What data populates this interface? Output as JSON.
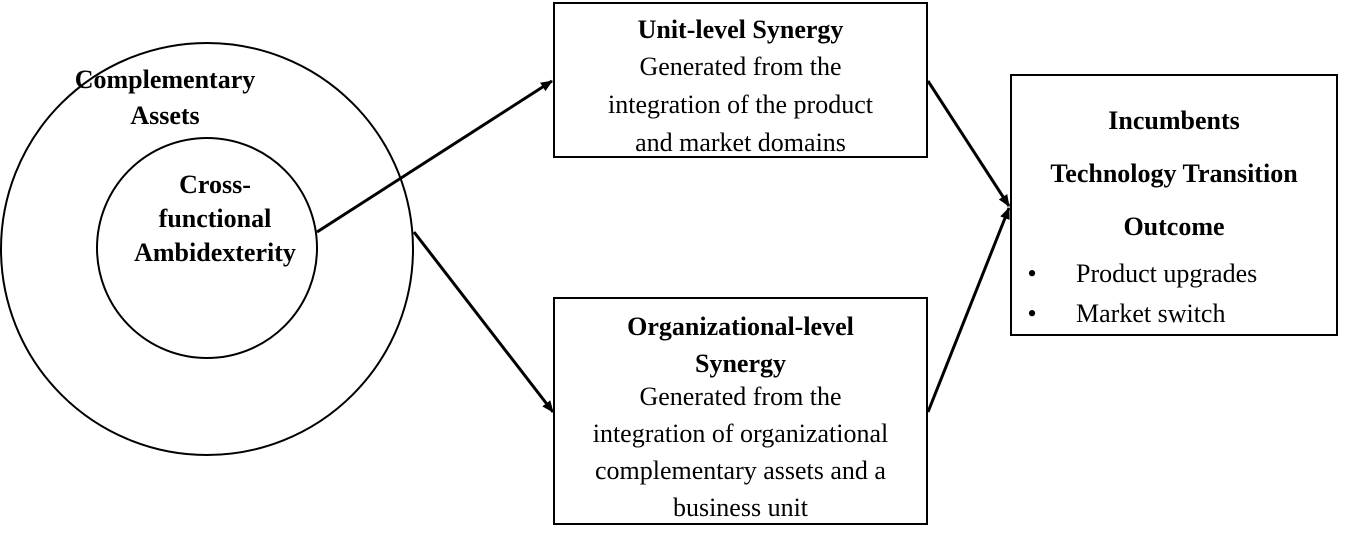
{
  "outer_circle": {
    "label_lines": [
      "Complementary",
      "Assets"
    ]
  },
  "inner_circle": {
    "label_lines": [
      "Cross-",
      "functional",
      "Ambidexterity"
    ]
  },
  "unit_box": {
    "title": "Unit-level Synergy",
    "desc_lines": [
      "Generated from the",
      "integration of the product",
      "and market domains"
    ]
  },
  "org_box": {
    "title_lines": [
      "Organizational-level",
      "Synergy"
    ],
    "desc_lines": [
      "Generated from the",
      "integration of organizational",
      "complementary assets and a",
      "business unit"
    ]
  },
  "outcome_box": {
    "title_lines": [
      "Incumbents",
      "Technology Transition",
      "Outcome"
    ],
    "bullets": [
      "Product upgrades",
      "Market switch"
    ],
    "bullet_symbol": "•"
  },
  "colors": {
    "stroke": "#000000",
    "background": "#ffffff"
  }
}
